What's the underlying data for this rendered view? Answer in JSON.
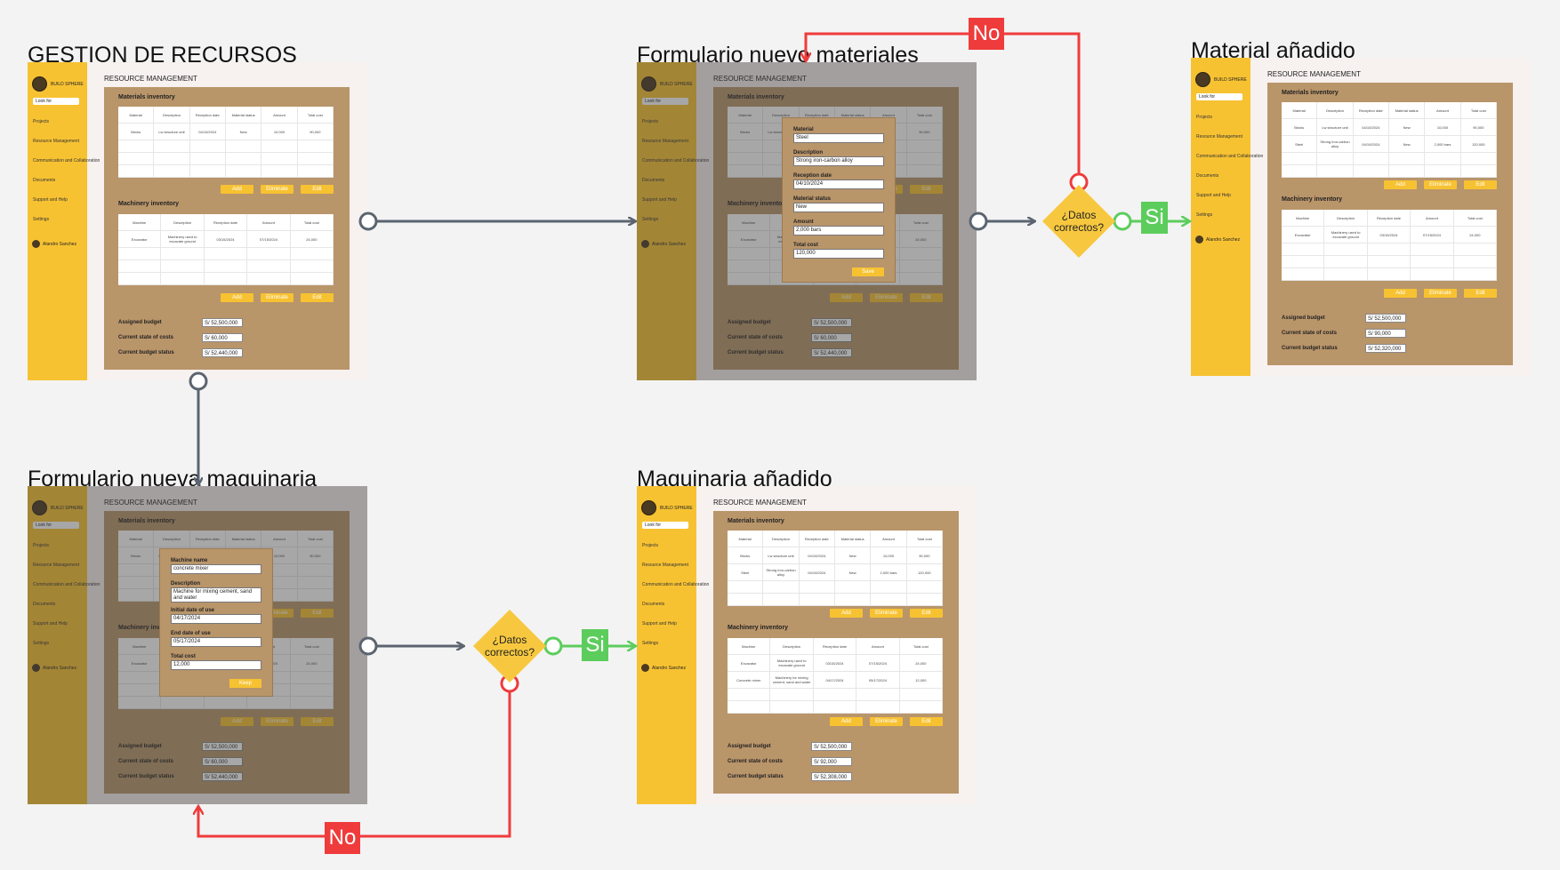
{
  "titles": {
    "gestion": "GESTION DE RECURSOS",
    "form_materiales": "Formulario nuevo materiales",
    "material_added": "Material añadido",
    "form_maquinaria": "Formulario nueva maquinaria",
    "maquinaria_added": "Maquinaria añadido"
  },
  "decision": {
    "line1": "¿Datos",
    "line2": "correctos?"
  },
  "labels": {
    "yes": "Si",
    "no": "No"
  },
  "colors": {
    "yes": "#5ccd5c",
    "no": "#ef3b3b",
    "connector": "#5b6470",
    "sidebar": "#f7c232",
    "panel": "#b9956a"
  },
  "app": {
    "brand": "BUILD SPHERE",
    "search": "Look for",
    "nav": [
      "Projects",
      "Resource Management",
      "Communication and Collaboration",
      "Documents",
      "Support and Help",
      "Settings"
    ],
    "user": "Alandro Sanchez",
    "header": "RESOURCE MANAGEMENT",
    "materials_title": "Materials inventory",
    "machinery_title": "Machinery inventory",
    "mat_cols": [
      "Material",
      "Description",
      "Reception date",
      "Material status",
      "Amount",
      "Total cost"
    ],
    "mach_cols": [
      "Machine",
      "Description",
      "Reception date",
      "Amount",
      "Total cost"
    ],
    "buttons": {
      "add": "Add",
      "eliminate": "Eliminate",
      "edit": "Edit",
      "save": "Save",
      "keep": "Keep"
    },
    "budget_labels": {
      "assigned": "Assigned budget",
      "current_costs": "Current state of costs",
      "current_status": "Current budget status"
    }
  },
  "frames": {
    "gestion": {
      "materials_rows": [
        [
          "Bricks",
          "Lw structure unit",
          "04/10/2024",
          "New",
          "10,000",
          "90,000"
        ]
      ],
      "machinery_rows": [
        [
          "Excavator",
          "Machinery used to excavate ground",
          "03/15/2024",
          "07/15/2024",
          "24,000"
        ]
      ],
      "budget": [
        "S/ 52,500,000",
        "S/ 60,000",
        "S/ 52,440,000"
      ]
    },
    "material_added": {
      "materials_rows": [
        [
          "Bricks",
          "Lw structure unit",
          "04/10/2024",
          "New",
          "10,000",
          "90,000"
        ],
        [
          "Steel",
          "Strong iron-carbon alloy",
          "04/10/2024",
          "New",
          "2,000 bars",
          "120,000"
        ]
      ],
      "machinery_rows": [
        [
          "Excavator",
          "Machinery used to excavate ground",
          "03/15/2024",
          "07/15/2024",
          "24,000"
        ]
      ],
      "budget": [
        "S/ 52,500,000",
        "S/ 90,000",
        "S/ 52,320,000"
      ]
    },
    "maquinaria_added": {
      "materials_rows": [
        [
          "Bricks",
          "Lw structure unit",
          "04/10/2024",
          "New",
          "10,000",
          "90,000"
        ],
        [
          "Steel",
          "Strong iron-carbon alloy",
          "04/10/2024",
          "New",
          "2,000 bars",
          "120,000"
        ]
      ],
      "machinery_rows": [
        [
          "Excavator",
          "Machinery used to excavate ground",
          "03/15/2024",
          "07/15/2024",
          "24,000"
        ],
        [
          "Concrete mixer",
          "Machinery for mixing cement, sand and water",
          "04/17/2024",
          "05/17/2024",
          "12,000"
        ]
      ],
      "budget": [
        "S/ 52,500,000",
        "S/ 92,000",
        "S/ 52,308,000"
      ]
    }
  },
  "material_form": {
    "fields": [
      {
        "label": "Material",
        "value": "Steel"
      },
      {
        "label": "Description",
        "value": "Strong iron-carbon alloy"
      },
      {
        "label": "Reception date",
        "value": "04/10/2024"
      },
      {
        "label": "Material status",
        "value": "New"
      },
      {
        "label": "Amount",
        "value": "2,000 bars"
      },
      {
        "label": "Total cost",
        "value": "120,000"
      }
    ]
  },
  "machine_form": {
    "fields": [
      {
        "label": "Machine name",
        "value": "concrete mixer"
      },
      {
        "label": "Description",
        "value": "Machine for mixing cement, sand and water"
      },
      {
        "label": "Initial date of use",
        "value": "04/17/2024"
      },
      {
        "label": "End date of use",
        "value": "05/17/2024"
      },
      {
        "label": "Total cost",
        "value": "12,000"
      }
    ]
  }
}
